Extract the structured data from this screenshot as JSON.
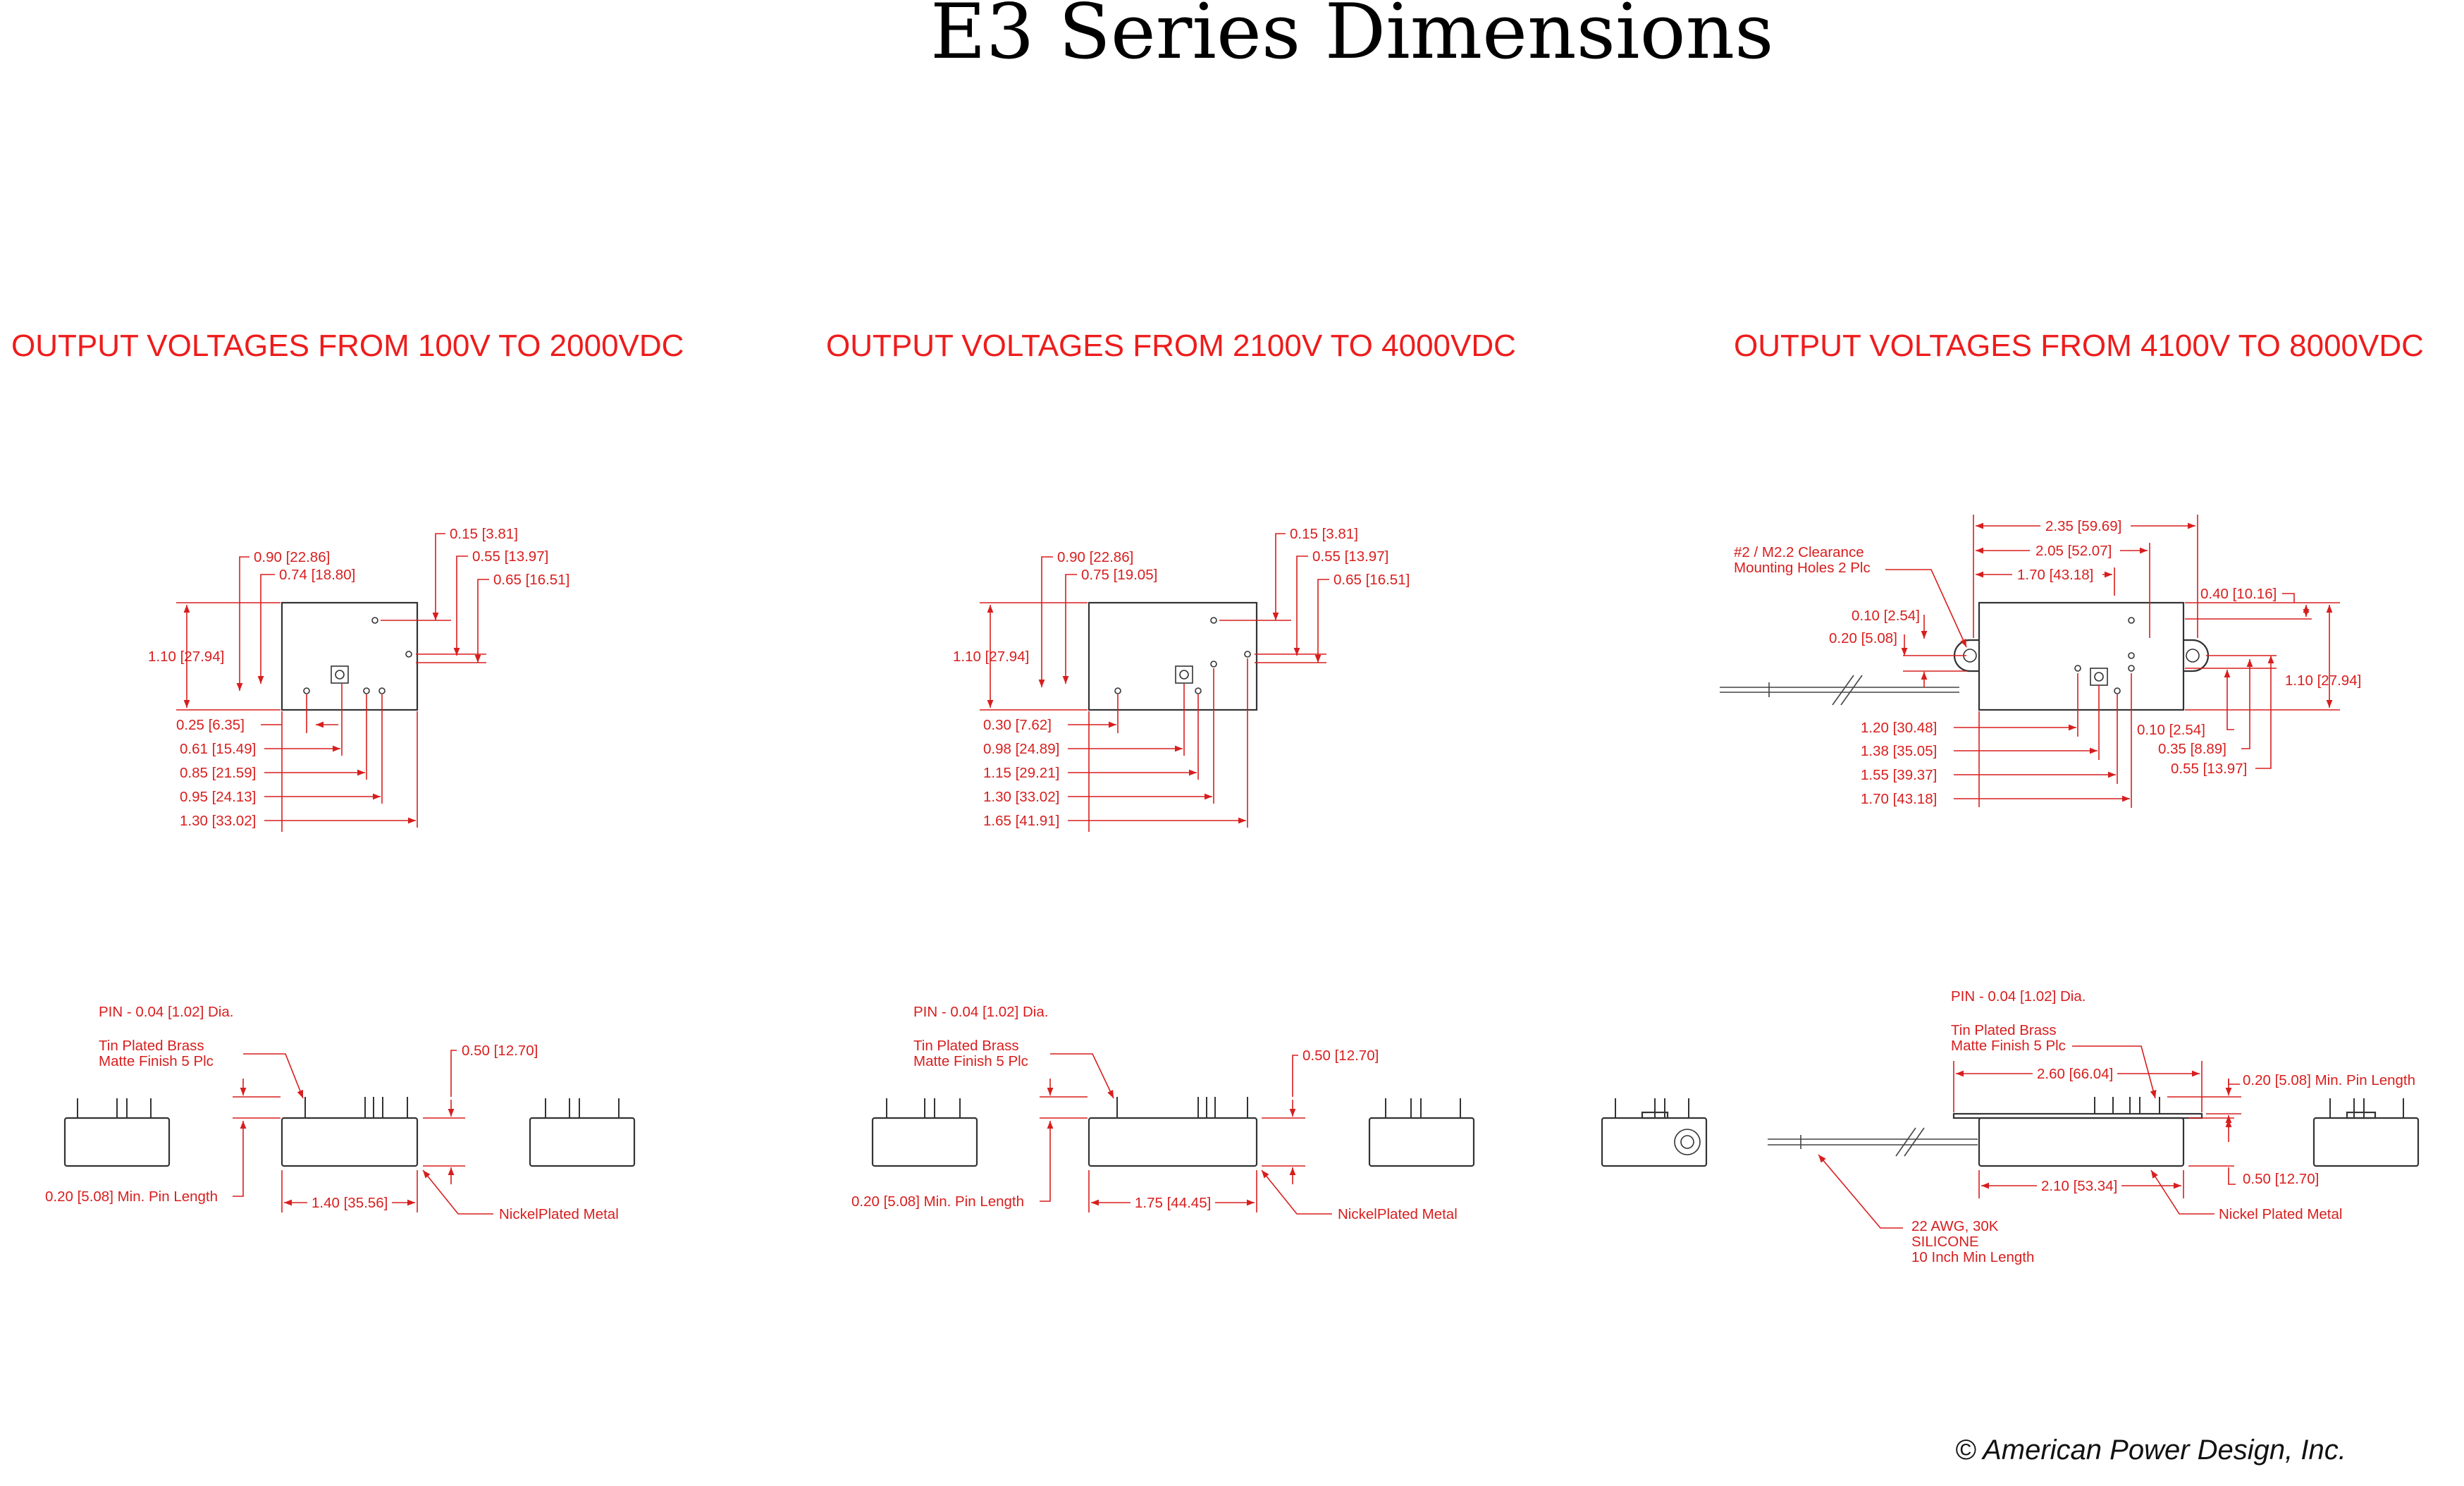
{
  "title": "E3 Series Dimensions",
  "copyright": "© American Power Design, Inc.",
  "colors": {
    "dimension": "#d81e1e",
    "heading": "#ee1c1c",
    "outline": "#333333"
  },
  "sections": [
    {
      "heading": "OUTPUT VOLTAGES FROM 100V TO 2000VDC",
      "top_view": {
        "dims_top": [
          "0.90 [22.86]",
          "0.74 [18.80]",
          "0.15 [3.81]",
          "0.55 [13.97]",
          "0.65 [16.51]"
        ],
        "dim_side": "1.10 [27.94]",
        "dims_bottom": [
          "0.25 [6.35]",
          "0.61 [15.49]",
          "0.85 [21.59]",
          "0.95 [24.13]",
          "1.30 [33.02]"
        ]
      },
      "side_view": {
        "pin": "PIN - 0.04 [1.02] Dia.",
        "pin_finish": [
          "Tin Plated Brass",
          "Matte Finish 5 Plc"
        ],
        "height": "0.50 [12.70]",
        "pin_length": "0.20 [5.08]  Min. Pin Length",
        "length": "1.40 [35.56]",
        "case": "NickelPlated Metal"
      }
    },
    {
      "heading": "OUTPUT VOLTAGES FROM 2100V TO 4000VDC",
      "top_view": {
        "dims_top": [
          "0.90 [22.86]",
          "0.75 [19.05]",
          "0.15 [3.81]",
          "0.55 [13.97]",
          "0.65 [16.51]"
        ],
        "dim_side": "1.10 [27.94]",
        "dims_bottom": [
          "0.30 [7.62]",
          "0.98 [24.89]",
          "1.15 [29.21]",
          "1.30 [33.02]",
          "1.65 [41.91]"
        ]
      },
      "side_view": {
        "pin": "PIN - 0.04 [1.02] Dia.",
        "pin_finish": [
          "Tin Plated Brass",
          "Matte Finish 5 Plc"
        ],
        "height": "0.50 [12.70]",
        "pin_length": "0.20 [5.08]  Min. Pin Length",
        "length": "1.75 [44.45]",
        "case": "NickelPlated Metal"
      }
    },
    {
      "heading": "OUTPUT VOLTAGES FROM 4100V TO 8000VDC",
      "top_view": {
        "mounting": [
          "#2 / M2.2 Clearance",
          "Mounting Holes 2 Plc"
        ],
        "dims_top": [
          "2.35 [59.69]",
          "2.05 [52.07]",
          "1.70 [43.18]"
        ],
        "dims_left": [
          "0.10 [2.54]",
          "0.20 [5.08]"
        ],
        "dim_right_top": "0.40 [10.16]",
        "dim_side": "1.10 [27.94]",
        "dims_bottom": [
          "1.20 [30.48]",
          "1.38 [35.05]",
          "1.55 [39.37]",
          "1.70 [43.18]"
        ],
        "dims_right": [
          "0.10 [2.54]",
          "0.35 [8.89]",
          "0.55 [13.97]"
        ]
      },
      "side_view": {
        "pin": "PIN - 0.04 [1.02] Dia.",
        "pin_finish": [
          "Tin Plated Brass",
          "Matte Finish 5 Plc"
        ],
        "length_overall": "2.60 [66.04]",
        "pin_length": "0.20 [5.08] Min. Pin Length",
        "height": "0.50 [12.70]",
        "length": "2.10 [53.34]",
        "case": "Nickel Plated Metal",
        "wire": [
          "22 AWG, 30K",
          "SILICONE",
          "10 Inch Min Length"
        ]
      }
    }
  ]
}
